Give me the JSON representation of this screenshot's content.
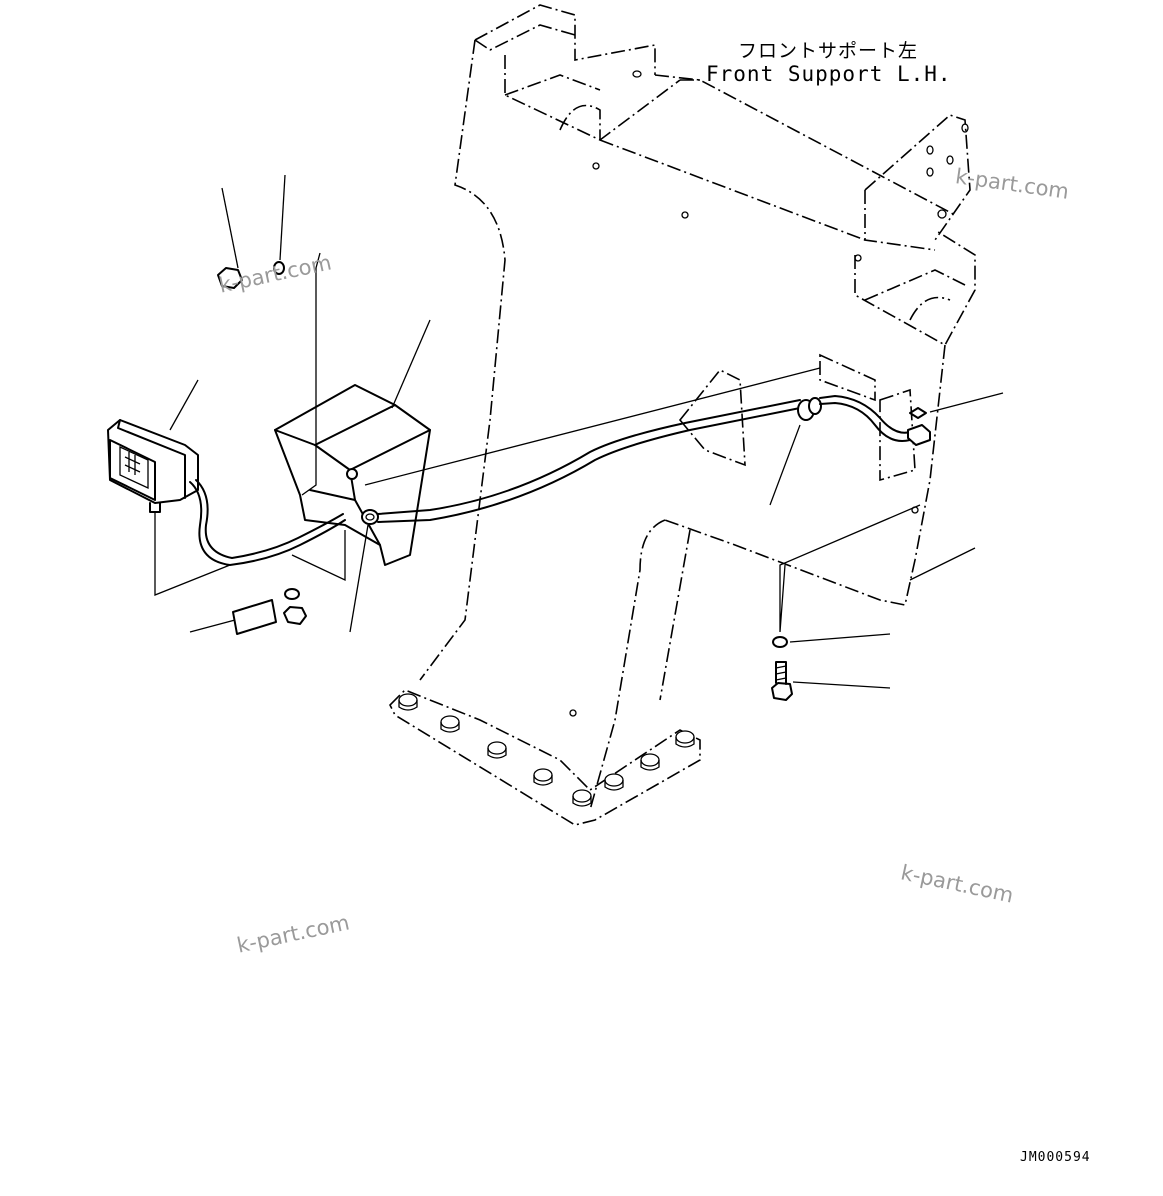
{
  "title_jp": "フロントサポート左",
  "title_en": "Front Support L.H.",
  "drawing_code": "JM000594",
  "watermarks": [
    "k-part.com",
    "k-part.com",
    "k-part.com",
    "k-part.com"
  ],
  "colors": {
    "line": "#000000",
    "background": "#ffffff",
    "watermark": "#9a9a9a"
  }
}
